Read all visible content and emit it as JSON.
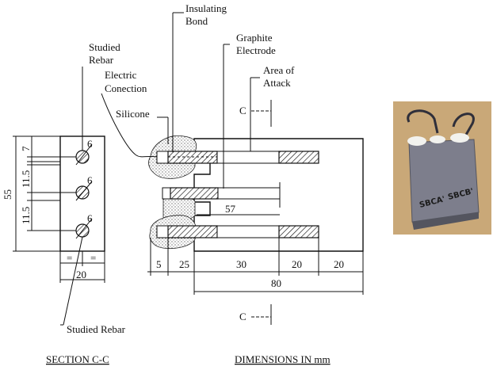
{
  "labels": {
    "insulating_bond": [
      "Insulating",
      "Bond"
    ],
    "studied_rebar_top": [
      "Studied",
      "Rebar"
    ],
    "graphite_electrode": [
      "Graphite",
      "Electrode"
    ],
    "electric_connection": [
      "Electric",
      "Conection"
    ],
    "area_of_attack": [
      "Area of",
      "Attack"
    ],
    "silicone": "Silicone",
    "section_marker": "C",
    "studied_rebar_bottom": "Studied Rebar"
  },
  "dimensions": {
    "section_height": "55",
    "top_offset": "7",
    "spacing_1": "11.5",
    "spacing_2": "11.5",
    "rebar_dia_1": "6",
    "rebar_dia_2": "6",
    "rebar_dia_3": "6",
    "half_a": "=",
    "half_b": "=",
    "section_width": "20",
    "exposed_length": "57",
    "seg_5": "5",
    "seg_25": "25",
    "seg_30": "30",
    "seg_20a": "20",
    "seg_20b": "20",
    "total_80": "80"
  },
  "captions": {
    "section": "SECTION  C-C",
    "units": "DIMENSIONS  IN  mm"
  },
  "photo": {
    "label_left": "SBCA'",
    "label_right": "SBCB'",
    "colors": {
      "background": "#c9a878",
      "block": "#7d7e8c",
      "block_side": "#54555f",
      "wire": "#2f2f3a"
    }
  }
}
